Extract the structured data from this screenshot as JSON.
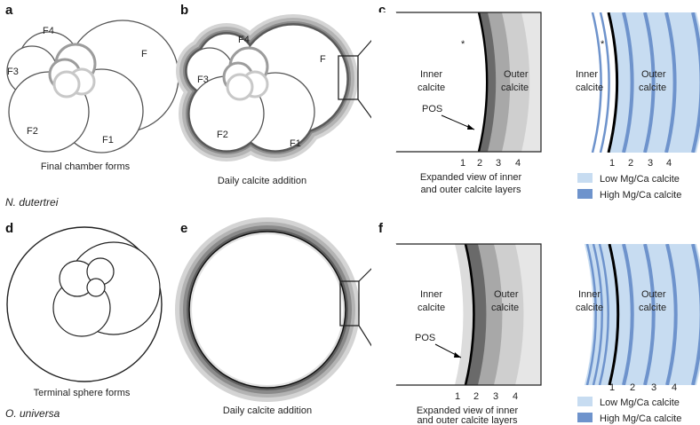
{
  "colors": {
    "outline": "#555555",
    "outline_dark": "#222222",
    "gray_light": "#d4d4d4",
    "gray_mid": "#b3b3b3",
    "gray_dark": "#8a8a8a",
    "gray_darker": "#5e5e5e",
    "inner_fill": "#e9e9e9",
    "low_mgca": "#c7dcf1",
    "high_mgca": "#6e93cc"
  },
  "panels": {
    "a": {
      "letter": "a",
      "caption": "Final chamber forms",
      "chambers": [
        "F4",
        "F3",
        "F",
        "F2",
        "F1"
      ]
    },
    "b": {
      "letter": "b",
      "caption": "Daily calcite addition",
      "chambers": [
        "F4",
        "F3",
        "F",
        "F2",
        "F1"
      ]
    },
    "c": {
      "letter": "c",
      "inner": [
        "Inner",
        "calcite"
      ],
      "outer": [
        "Outer",
        "calcite"
      ],
      "pos": "POS",
      "star": "*",
      "ticks": [
        "1",
        "2",
        "3",
        "4"
      ],
      "caption": [
        "Expanded view of inner",
        "and outer calcite layers"
      ]
    },
    "c_right": {
      "inner": [
        "Inner",
        "calcite"
      ],
      "outer": [
        "Outer",
        "calcite"
      ],
      "star": "*",
      "ticks": [
        "1",
        "2",
        "3",
        "4"
      ],
      "legend": [
        "Low Mg/Ca calcite",
        "High Mg/Ca calcite"
      ]
    },
    "d": {
      "letter": "d",
      "caption": "Terminal sphere forms"
    },
    "e": {
      "letter": "e",
      "caption": "Daily calcite addition"
    },
    "f": {
      "letter": "f",
      "inner": [
        "Inner",
        "calcite"
      ],
      "outer": [
        "Outer",
        "calcite"
      ],
      "pos": "POS",
      "ticks": [
        "1",
        "2",
        "3",
        "4"
      ],
      "caption": [
        "Expanded view of inner",
        "and outer calcite layers"
      ]
    },
    "f_right": {
      "inner": [
        "Inner",
        "calcite"
      ],
      "outer": [
        "Outer",
        "calcite"
      ],
      "ticks": [
        "1",
        "2",
        "3",
        "4"
      ],
      "legend": [
        "Low Mg/Ca calcite",
        "High Mg/Ca calcite"
      ]
    }
  },
  "species": {
    "top": "N. dutertrei",
    "bottom": "O. universa"
  }
}
